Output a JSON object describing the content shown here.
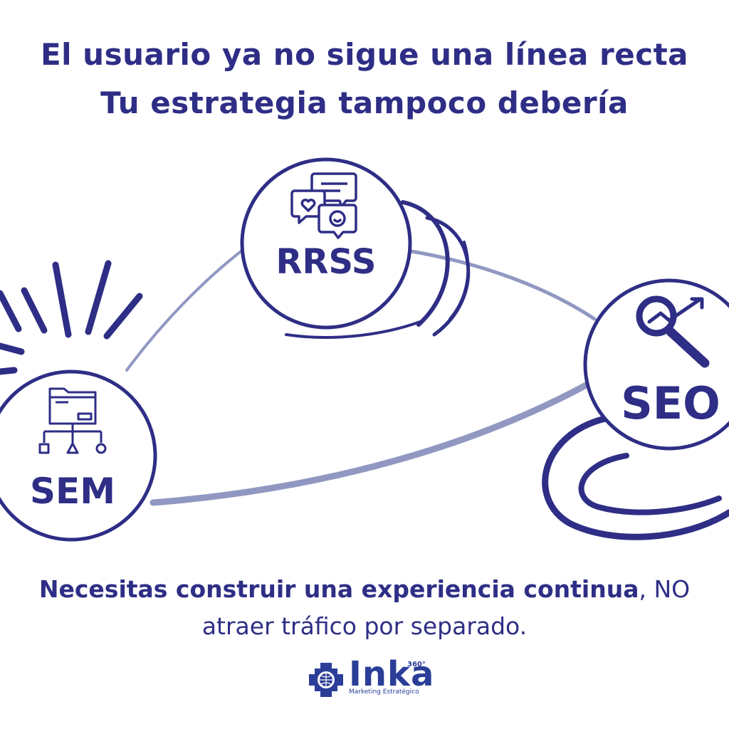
{
  "headline": {
    "line1": "El usuario ya no sigue una línea recta",
    "line2": "Tu estrategia tampoco debería"
  },
  "nodes": {
    "rrss": {
      "label": "RRSS",
      "icon": "chat-bubbles-icon"
    },
    "seo": {
      "label": "SEO",
      "icon": "magnifier-growth-icon"
    },
    "sem": {
      "label": "SEM",
      "icon": "folder-sitemap-icon"
    }
  },
  "tagline": {
    "strong": "Necesitas construir una experiencia continua",
    "rest": ", NO",
    "line2": "atraer tráfico por separado."
  },
  "logo": {
    "word": "Inka",
    "superscript": "360°",
    "subtitle": "Marketing Estratégico"
  },
  "colors": {
    "primary": "#2e2e86",
    "connector": "#9098c2",
    "logo": "#2a3e98",
    "background": "#ffffff"
  }
}
